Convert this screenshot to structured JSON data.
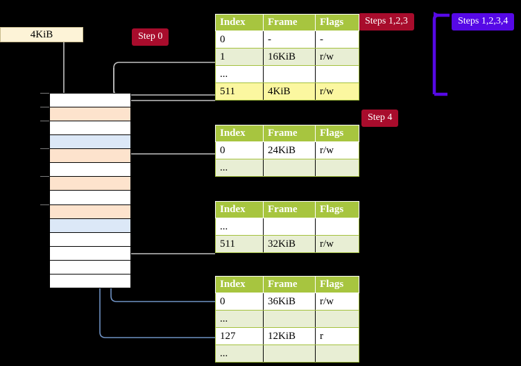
{
  "diagram": {
    "title_labels": {
      "size_label": "4KiB",
      "step0": "Step 0",
      "step4": "Step 4",
      "steps123": "Steps 1,2,3",
      "steps1234": "Steps 1,2,3,4"
    },
    "colors": {
      "badge_crimson": "#a80c2c",
      "badge_violet": "#5609e6",
      "table_header": "#a7c53f",
      "table_row_alt": "#e8eed4",
      "highlight_yellow": "#fbf7a0",
      "mem_peach": "#fde3cd",
      "mem_blue": "#dce8f7",
      "size_label_bg": "#fdf3d7",
      "wire_gray": "#b8b8b8",
      "wire_blue": "#6f92c4",
      "background": "#000000"
    },
    "memory_block": {
      "name": "physical-memory-frames",
      "rows": [
        {
          "fill": "white"
        },
        {
          "fill": "peach"
        },
        {
          "fill": "white"
        },
        {
          "fill": "blue"
        },
        {
          "fill": "peach"
        },
        {
          "fill": "white"
        },
        {
          "fill": "peach"
        },
        {
          "fill": "white"
        },
        {
          "fill": "peach"
        },
        {
          "fill": "blue"
        },
        {
          "fill": "white"
        },
        {
          "fill": "white"
        },
        {
          "fill": "white"
        },
        {
          "fill": "white"
        }
      ]
    },
    "tables": [
      {
        "name": "page-table-level-1",
        "columns": [
          "Index",
          "Frame",
          "Flags"
        ],
        "rows": [
          {
            "cells": [
              "0",
              "-",
              "-"
            ],
            "shade": "odd",
            "highlight": [
              false,
              false,
              false
            ]
          },
          {
            "cells": [
              "1",
              "16KiB",
              "r/w"
            ],
            "shade": "even",
            "highlight": [
              false,
              false,
              false
            ]
          },
          {
            "cells": [
              "...",
              "",
              ""
            ],
            "shade": "odd",
            "highlight": [
              false,
              false,
              false
            ]
          },
          {
            "cells": [
              "511",
              "4KiB",
              "r/w"
            ],
            "shade": "even",
            "highlight": [
              true,
              true,
              true
            ]
          }
        ]
      },
      {
        "name": "page-table-level-2",
        "columns": [
          "Index",
          "Frame",
          "Flags"
        ],
        "rows": [
          {
            "cells": [
              "0",
              "24KiB",
              "r/w"
            ],
            "shade": "odd",
            "highlight": [
              false,
              false,
              false
            ]
          },
          {
            "cells": [
              "...",
              "",
              ""
            ],
            "shade": "even",
            "highlight": [
              false,
              false,
              false
            ]
          }
        ]
      },
      {
        "name": "page-table-level-3",
        "columns": [
          "Index",
          "Frame",
          "Flags"
        ],
        "rows": [
          {
            "cells": [
              "...",
              "",
              ""
            ],
            "shade": "odd",
            "highlight": [
              false,
              false,
              false
            ]
          },
          {
            "cells": [
              "511",
              "32KiB",
              "r/w"
            ],
            "shade": "even",
            "highlight": [
              false,
              false,
              false
            ]
          }
        ]
      },
      {
        "name": "page-table-level-4",
        "columns": [
          "Index",
          "Frame",
          "Flags"
        ],
        "rows": [
          {
            "cells": [
              "0",
              "36KiB",
              "r/w"
            ],
            "shade": "odd",
            "highlight": [
              false,
              false,
              false
            ]
          },
          {
            "cells": [
              "...",
              "",
              ""
            ],
            "shade": "even",
            "highlight": [
              false,
              false,
              false
            ]
          },
          {
            "cells": [
              "127",
              "12KiB",
              "r"
            ],
            "shade": "odd",
            "highlight": [
              false,
              false,
              false
            ]
          },
          {
            "cells": [
              "...",
              "",
              ""
            ],
            "shade": "even",
            "highlight": [
              false,
              false,
              false
            ]
          }
        ]
      }
    ]
  }
}
